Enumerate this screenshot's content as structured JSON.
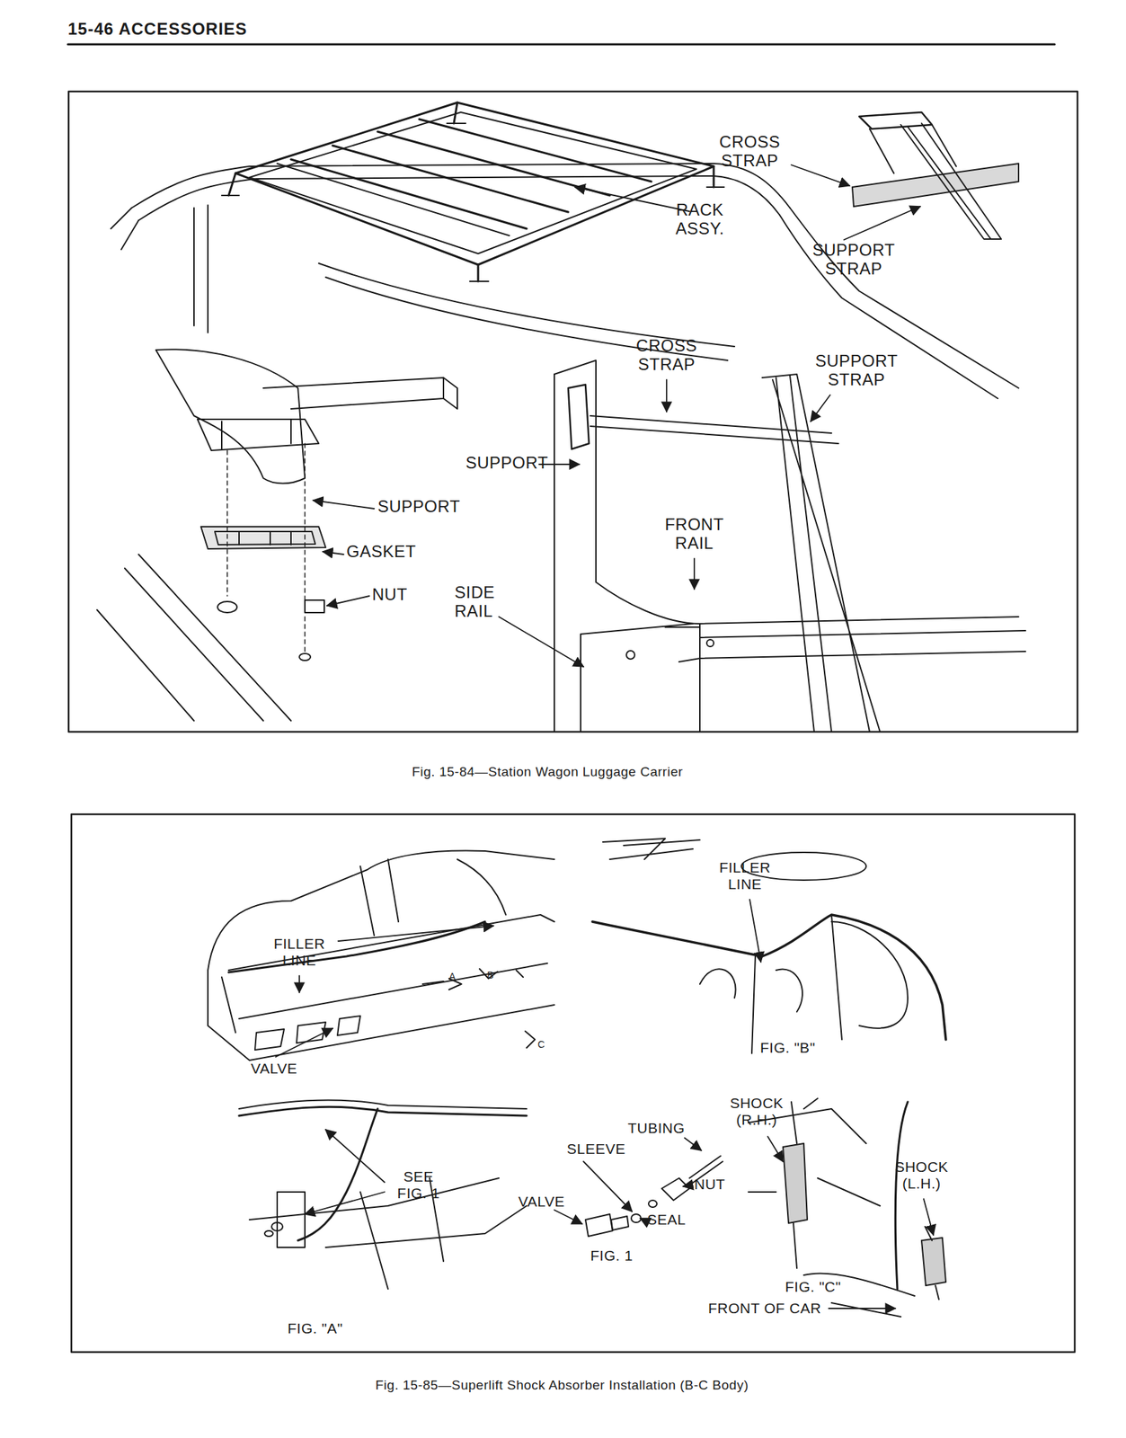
{
  "diagram": {
    "title": "15-46 ACCESSORIES",
    "labels": [
      "CROSS STRAP",
      "RACK ASSY.",
      "SUPPORT STRAP",
      "CROSS STRAP",
      "SUPPORT STRAP",
      "SUPPORT",
      "SUPPORT",
      "GASKET",
      "NUT",
      "FRONT RAIL",
      "SIDE RAIL",
      "Fig. 15-84—Station Wagon Luggage Carrier",
      "FILLER LINE",
      "A",
      "B",
      "C",
      "VALVE",
      "FILLER LINE",
      "FIG. \"B\"",
      "SEE FIG. 1",
      "FIG. \"A\"",
      "TUBING",
      "SLEEVE",
      "NUT",
      "VALVE",
      "SEAL",
      "FIG. 1",
      "SHOCK (R.H.)",
      "SHOCK (L.H.)",
      "FIG. \"C\"",
      "FRONT OF CAR",
      "Fig. 15-85—Superlift Shock Absorber Installation (B-C Body)"
    ]
  }
}
